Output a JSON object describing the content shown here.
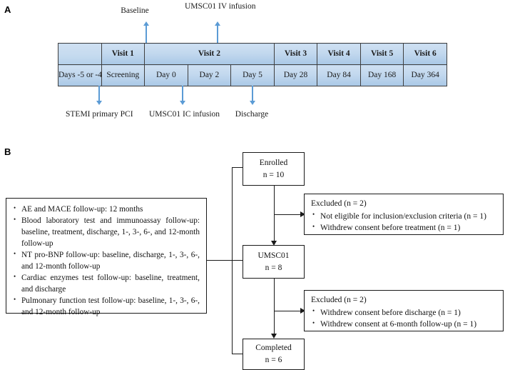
{
  "panels": {
    "a_letter": "A",
    "b_letter": "B"
  },
  "panel_a": {
    "top_labels": [
      {
        "name": "baseline",
        "lines": [
          "Baseline"
        ]
      },
      {
        "name": "umsc01-iv-infusion",
        "lines": [
          "UMSC01",
          "IV infusion"
        ]
      }
    ],
    "bottom_labels": [
      {
        "name": "stemi-primary-pci",
        "lines": [
          "STEMI",
          "primary  PCI"
        ]
      },
      {
        "name": "umsc01-ic-infusion",
        "lines": [
          "UMSC01",
          "IC infusion"
        ]
      },
      {
        "name": "discharge",
        "lines": [
          "Discharge"
        ]
      }
    ],
    "visit_row": [
      {
        "label": "",
        "span": 1
      },
      {
        "label": "Visit 1",
        "span": 1
      },
      {
        "label": "Visit 2",
        "span": 3
      },
      {
        "label": "Visit 3",
        "span": 1
      },
      {
        "label": "Visit 4",
        "span": 1
      },
      {
        "label": "Visit 5",
        "span": 1
      },
      {
        "label": "Visit 6",
        "span": 1
      }
    ],
    "day_row": [
      "Days  -5 or -4",
      "Screening",
      "Day 0",
      "Day 2",
      "Day 5",
      "Day 28",
      "Day 84",
      "Day 168",
      "Day 364"
    ],
    "colors": {
      "cell_top": "#cfe0f2",
      "cell_bottom": "#a9c8e6",
      "border": "#3f3f3f",
      "arrow": "#5b9bd5"
    }
  },
  "panel_b": {
    "flow_boxes": [
      {
        "name": "enrolled",
        "title": "Enrolled",
        "count": "n = 10"
      },
      {
        "name": "umsc01",
        "title": "UMSC01",
        "count": "n = 8"
      },
      {
        "name": "completed",
        "title": "Completed",
        "count": "n = 6"
      }
    ],
    "excluded_1": {
      "title": "Excluded  (n = 2)",
      "items": [
        "Not eligible  for inclusion/exclusion  criteria  (n = 1)",
        "Withdrew  consent  before treatment  (n = 1)"
      ]
    },
    "excluded_2": {
      "title": "Excluded  (n = 2)",
      "items": [
        "Withdrew  consent  before discharge  (n = 1)",
        "Withdrew  consent  at 6-month  follow-up  (n = 1)"
      ]
    },
    "followup_box": {
      "items": [
        "AE and MACE follow-up:  12 months",
        "Blood laboratory test and immunoassay follow-up: baseline, treatment, discharge, 1-, 3-, 6-, and 12-month  follow-up",
        "NT pro-BNP follow-up: baseline, discharge, 1-, 3-, 6-, and 12-month  follow-up",
        "Cardiac enzymes test follow-up: baseline, treatment, and discharge",
        "Pulmonary function test follow-up: baseline, 1-, 3-, 6-, and 12-month  follow-up"
      ]
    }
  }
}
